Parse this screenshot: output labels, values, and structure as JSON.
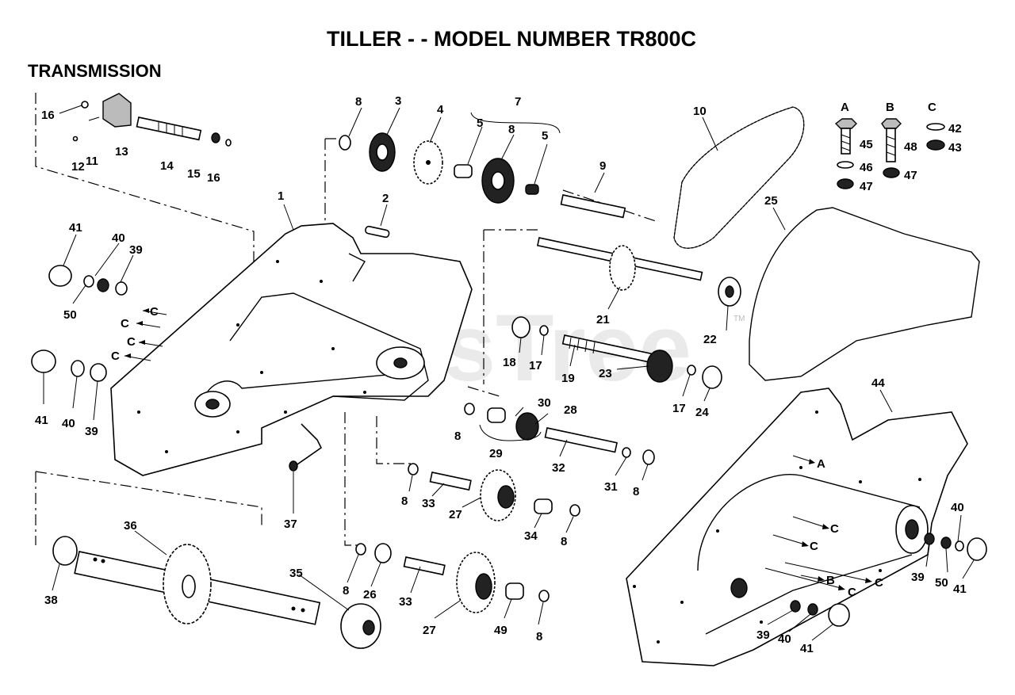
{
  "title": "TILLER - - MODEL NUMBER TR800C",
  "section": "TRANSMISSION",
  "watermark": "PartsTree",
  "trademark": "TM",
  "hardware_columns": [
    "A",
    "B",
    "C"
  ],
  "labels": {
    "l1": "1",
    "l2": "2",
    "l3": "3",
    "l4": "4",
    "l5a": "5",
    "l5b": "5",
    "l7": "7",
    "l8a": "8",
    "l8b": "8",
    "l8c": "8",
    "l8d": "8",
    "l8e": "8",
    "l8f": "8",
    "l8g": "8",
    "l8h": "8",
    "l9": "9",
    "l10": "10",
    "l11": "11",
    "l12": "12",
    "l13": "13",
    "l14": "14",
    "l15": "15",
    "l16a": "16",
    "l16b": "16",
    "l17a": "17",
    "l17b": "17",
    "l18": "18",
    "l19": "19",
    "l21": "21",
    "l22": "22",
    "l23": "23",
    "l24": "24",
    "l25": "25",
    "l26": "26",
    "l27a": "27",
    "l27b": "27",
    "l28": "28",
    "l29": "29",
    "l30": "30",
    "l31": "31",
    "l32": "32",
    "l33a": "33",
    "l33b": "33",
    "l34": "34",
    "l35": "35",
    "l36": "36",
    "l37": "37",
    "l38": "38",
    "l39a": "39",
    "l39b": "39",
    "l39c": "39",
    "l39d": "39",
    "l40a": "40",
    "l40b": "40",
    "l40c": "40",
    "l40d": "40",
    "l41a": "41",
    "l41b": "41",
    "l41c": "41",
    "l41d": "41",
    "l42": "42",
    "l43": "43",
    "l44": "44",
    "l45": "45",
    "l46": "46",
    "l47a": "47",
    "l47b": "47",
    "l48": "48",
    "l49": "49",
    "l50a": "50",
    "l50b": "50",
    "cA1": "C",
    "cA2": "C",
    "cA3": "C",
    "cA4": "C",
    "cB1": "C",
    "cB2": "C",
    "cB3": "C",
    "cB4": "C",
    "aR": "A",
    "bR": "B"
  }
}
